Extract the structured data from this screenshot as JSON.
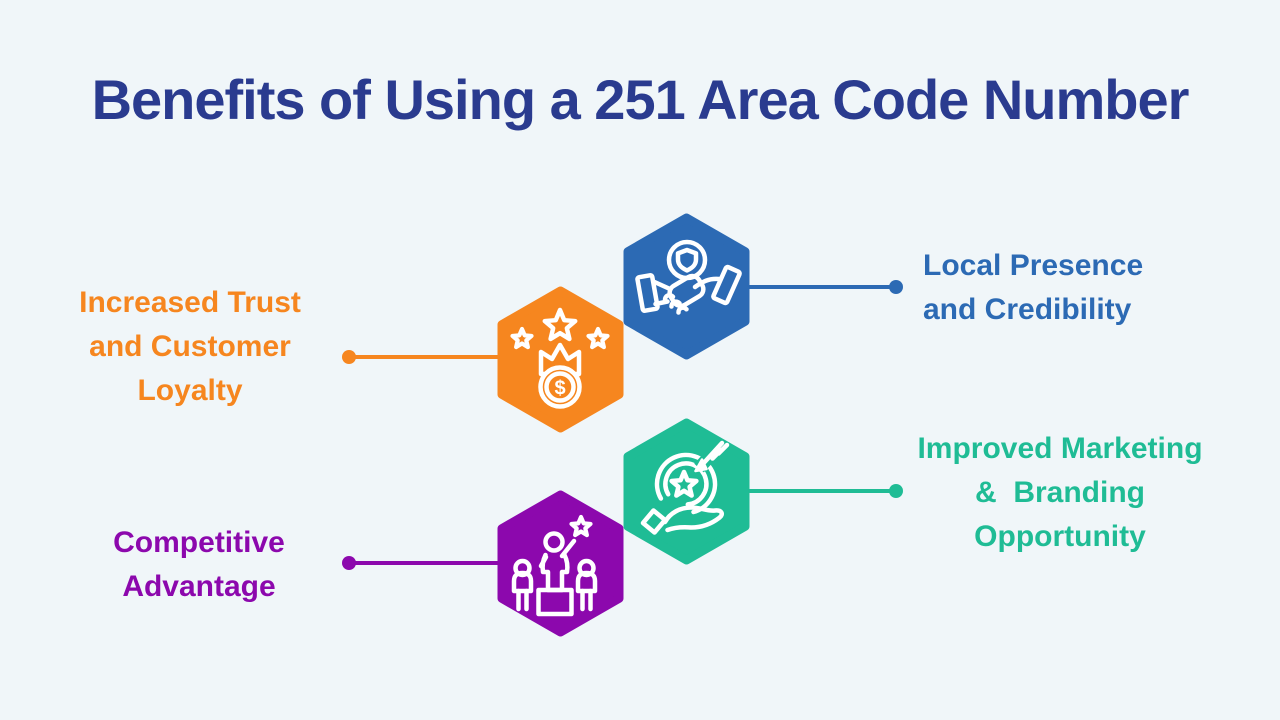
{
  "background_color": "#f0f6f9",
  "title": {
    "text": "Benefits of Using a 251 Area Code Number",
    "color": "#2a3b8f"
  },
  "benefits": [
    {
      "id": "increased-trust",
      "label": "Increased Trust and Customer Loyalty",
      "lines": [
        "Increased Trust",
        "and Customer",
        "Loyalty"
      ],
      "color": "#f6861f",
      "icon": "crown-coin-stars-icon",
      "coin_symbol": "$",
      "side": "left"
    },
    {
      "id": "local-presence",
      "label": "Local Presence and Credibility",
      "lines": [
        "Local Presence",
        "and Credibility"
      ],
      "color": "#2c6ab4",
      "icon": "handshake-shield-icon",
      "side": "right"
    },
    {
      "id": "competitive-advantage",
      "label": "Competitive Advantage",
      "lines": [
        "Competitive",
        "Advantage"
      ],
      "color": "#8c08ad",
      "icon": "winner-podium-icon",
      "side": "left"
    },
    {
      "id": "improved-marketing",
      "label": "Improved Marketing &  Branding Opportunity",
      "lines": [
        "Improved Marketing",
        "&  Branding",
        "Opportunity"
      ],
      "color": "#1fbc95",
      "icon": "target-hand-icon",
      "side": "right"
    }
  ]
}
